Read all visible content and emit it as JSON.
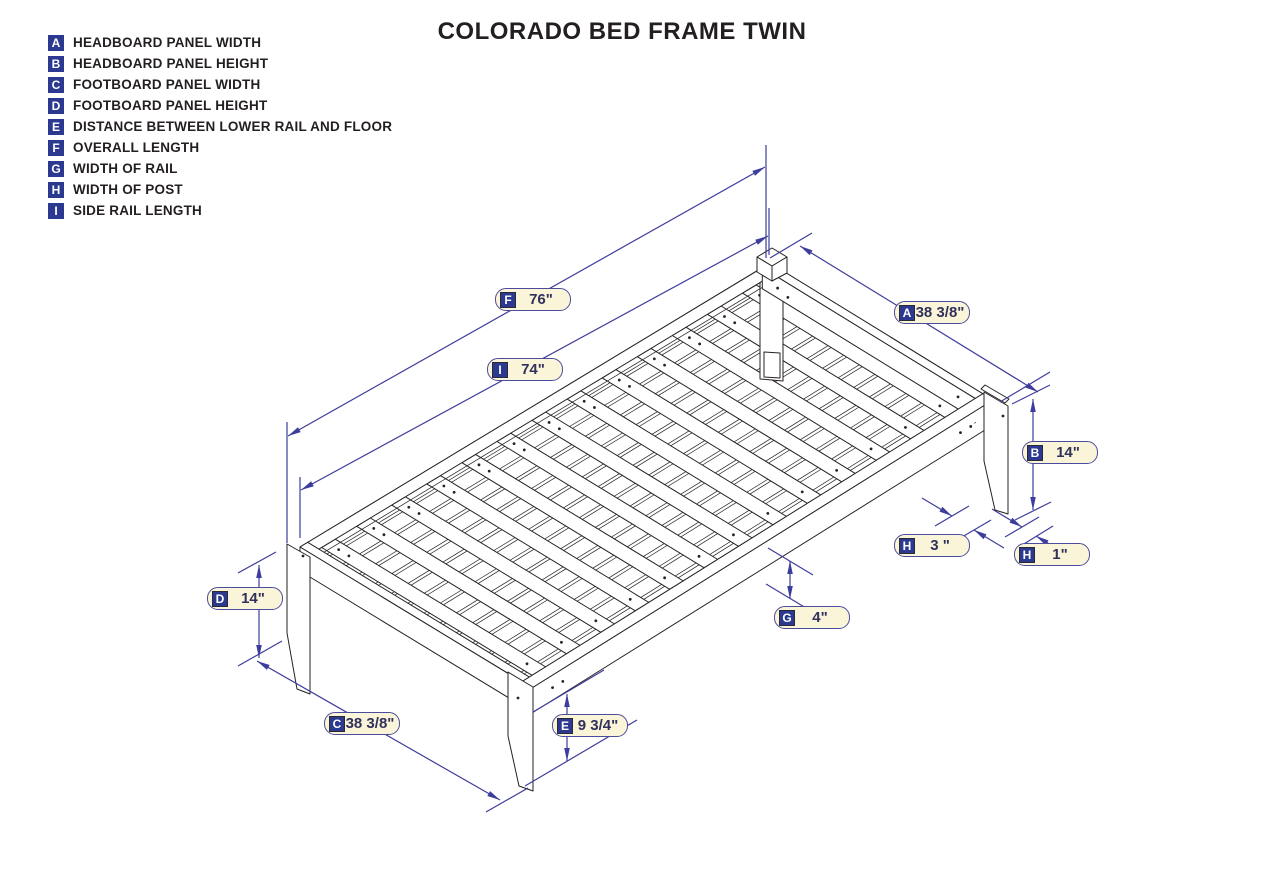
{
  "title": "COLORADO BED FRAME TWIN",
  "legend": {
    "items": [
      {
        "letter": "A",
        "label": "HEADBOARD PANEL WIDTH"
      },
      {
        "letter": "B",
        "label": "HEADBOARD PANEL HEIGHT"
      },
      {
        "letter": "C",
        "label": "FOOTBOARD PANEL WIDTH"
      },
      {
        "letter": "D",
        "label": "FOOTBOARD PANEL HEIGHT"
      },
      {
        "letter": "E",
        "label": "DISTANCE BETWEEN LOWER RAIL AND FLOOR"
      },
      {
        "letter": "F",
        "label": "OVERALL LENGTH"
      },
      {
        "letter": "G",
        "label": "WIDTH OF RAIL"
      },
      {
        "letter": "H",
        "label": "WIDTH OF POST"
      },
      {
        "letter": "I",
        "label": "SIDE RAIL LENGTH"
      }
    ]
  },
  "dimensions": {
    "f": {
      "letter": "F",
      "value": "76\""
    },
    "i": {
      "letter": "I",
      "value": "74\""
    },
    "a": {
      "letter": "A",
      "value": "38 3/8\""
    },
    "b": {
      "letter": "B",
      "value": "14\""
    },
    "h_post": {
      "letter": "H",
      "value": "3 \""
    },
    "h_rail": {
      "letter": "H",
      "value": "1\""
    },
    "d": {
      "letter": "D",
      "value": "14\""
    },
    "g": {
      "letter": "G",
      "value": "4\""
    },
    "c": {
      "letter": "C",
      "value": "38 3/8\""
    },
    "e": {
      "letter": "E",
      "value": "9 3/4\""
    }
  },
  "colors": {
    "dimension_blue": "#3d3d9c",
    "badge_fill": "#faf5d8",
    "badge_border": "#4c4c9d",
    "chip_navy": "#2b3990",
    "drawing_line": "#262220"
  }
}
